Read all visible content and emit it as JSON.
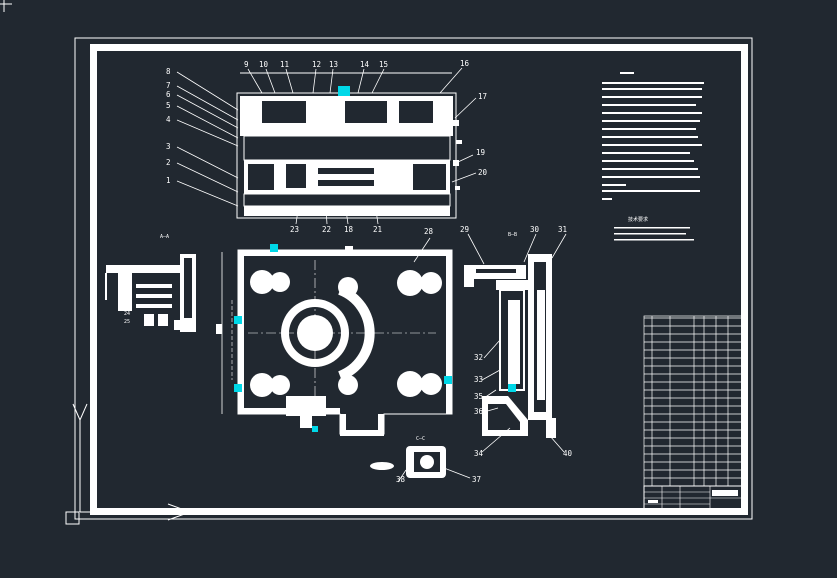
{
  "drawing": {
    "top_view_part_numbers": [
      "9",
      "10",
      "11",
      "12",
      "13",
      "14",
      "15",
      "16",
      "17",
      "19",
      "20"
    ],
    "left_part_numbers": [
      "8",
      "7",
      "6",
      "5",
      "4",
      "3",
      "2",
      "1"
    ],
    "bottom_part_numbers": [
      "23",
      "22",
      "18",
      "21"
    ],
    "right_section_numbers": [
      "29",
      "30",
      "31",
      "32",
      "33",
      "35",
      "36",
      "34",
      "40"
    ],
    "left_section_numbers": [
      "24",
      "25"
    ],
    "plan_number": "28",
    "pin_numbers": [
      "38",
      "37"
    ],
    "section_label_left": "A—A",
    "section_label_right": "B—B",
    "section_label_pin": "C—C",
    "notes_title": "技术要求"
  },
  "colors": {
    "background": "#212830",
    "line": "#ffffff",
    "highlight": "#00d8e8"
  }
}
